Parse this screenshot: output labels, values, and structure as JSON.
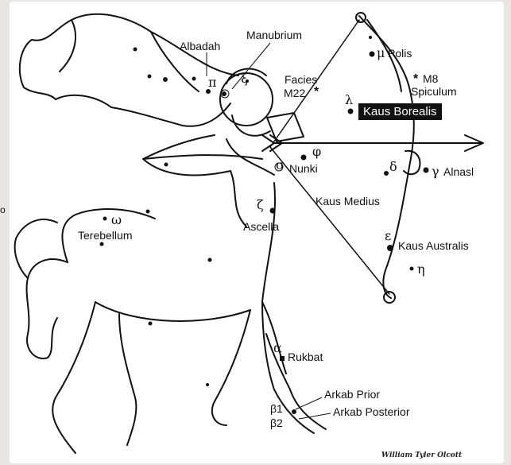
{
  "diagram": {
    "credit": "William Tyler Olcott",
    "edge_mark": "o",
    "labels": {
      "albadah": "Albadah",
      "manubrium": "Manubrium",
      "polis": "Polis",
      "m8": "M8",
      "spiculum": "Spiculum",
      "facies": "Facies",
      "m22": "M22",
      "kaus_borealis": "Kaus Borealis",
      "nunki": "Nunki",
      "alnasl": "Alnasl",
      "kaus_medius": "Kaus Medius",
      "terebellum": "Terebellum",
      "ascella": "Ascella",
      "kaus_australis": "Kaus Australis",
      "rukbat": "Rukbat",
      "arkab_prior": "Arkab Prior",
      "arkab_posterior": "Arkab Posterior"
    },
    "greek": {
      "pi": "π",
      "xi": "ξ",
      "mu": "μ",
      "lambda": "λ",
      "phi": "φ",
      "sigma": "σ",
      "delta": "δ",
      "gamma": "γ",
      "zeta": "ζ",
      "omega": "ω",
      "epsilon": "ε",
      "eta": "η",
      "alpha": "α",
      "beta1": "β1",
      "beta2": "β2"
    },
    "marks": {
      "m8_asterisk": "*",
      "m22_asterisk": "*"
    }
  }
}
